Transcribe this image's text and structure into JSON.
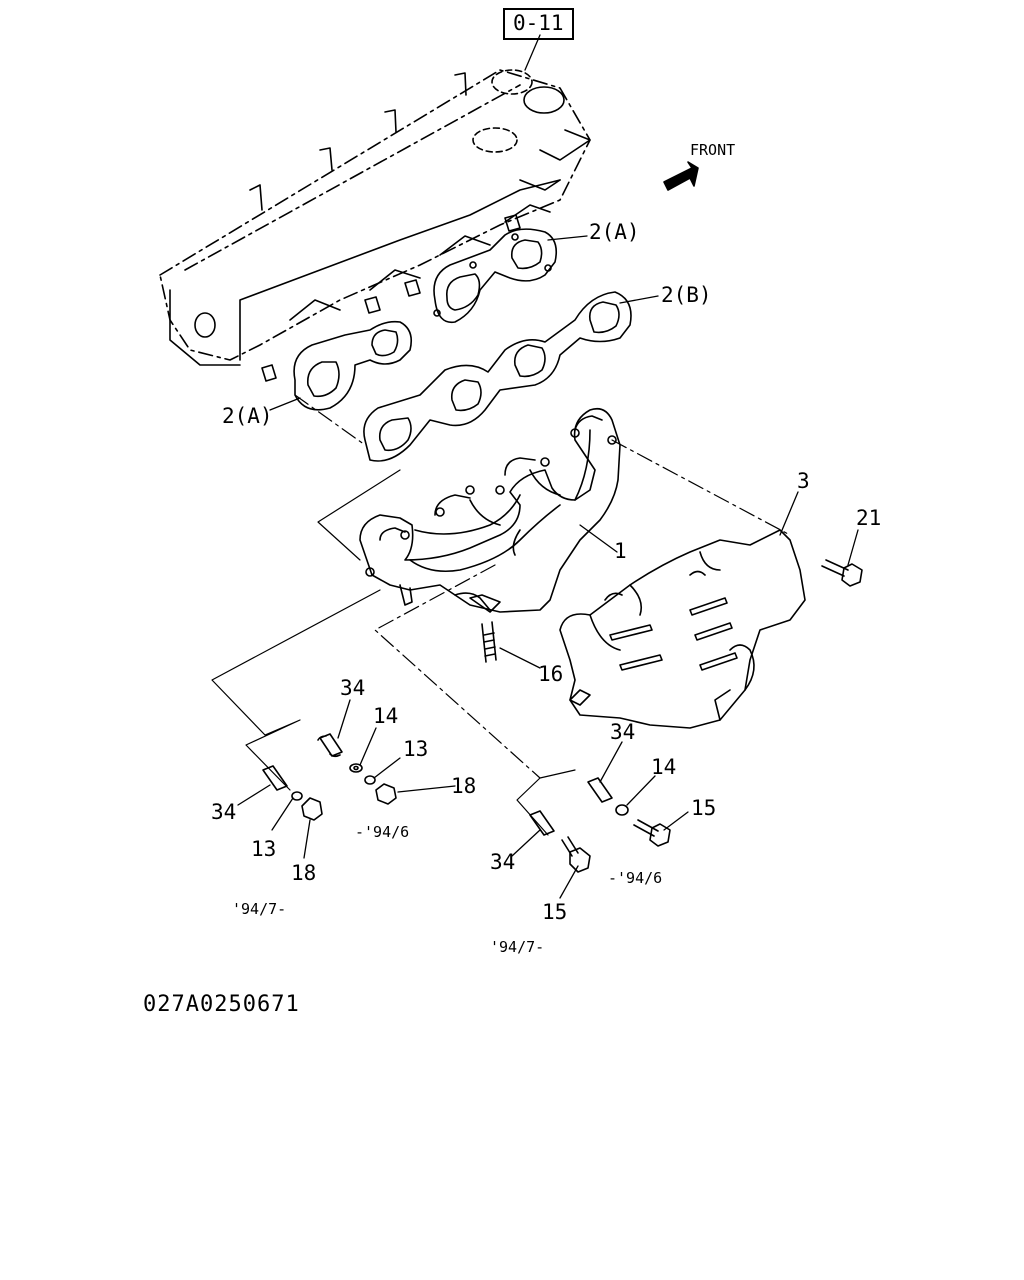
{
  "ref_box": "0-11",
  "front_label": "FRONT",
  "drawing_code": "027A0250671",
  "callouts": {
    "gasket_a_top": "2(A)",
    "gasket_b": "2(B)",
    "gasket_a_left": "2(A)",
    "manifold": "1",
    "heat_shield": "3",
    "bolt_21": "21",
    "stud_16": "16",
    "dowel_34_a": "34",
    "dowel_34_b": "34",
    "dowel_34_c": "34",
    "dowel_34_d": "34",
    "washer_14_a": "14",
    "washer_14_b": "14",
    "washer_13_a": "13",
    "washer_13_b": "13",
    "nut_18_a": "18",
    "nut_18_b": "18",
    "bolt_15_a": "15",
    "bolt_15_b": "15"
  },
  "date_notes": {
    "left_until": "-'94/6",
    "left_from": "'94/7-",
    "right_until": "-'94/6",
    "right_from": "'94/7-"
  }
}
